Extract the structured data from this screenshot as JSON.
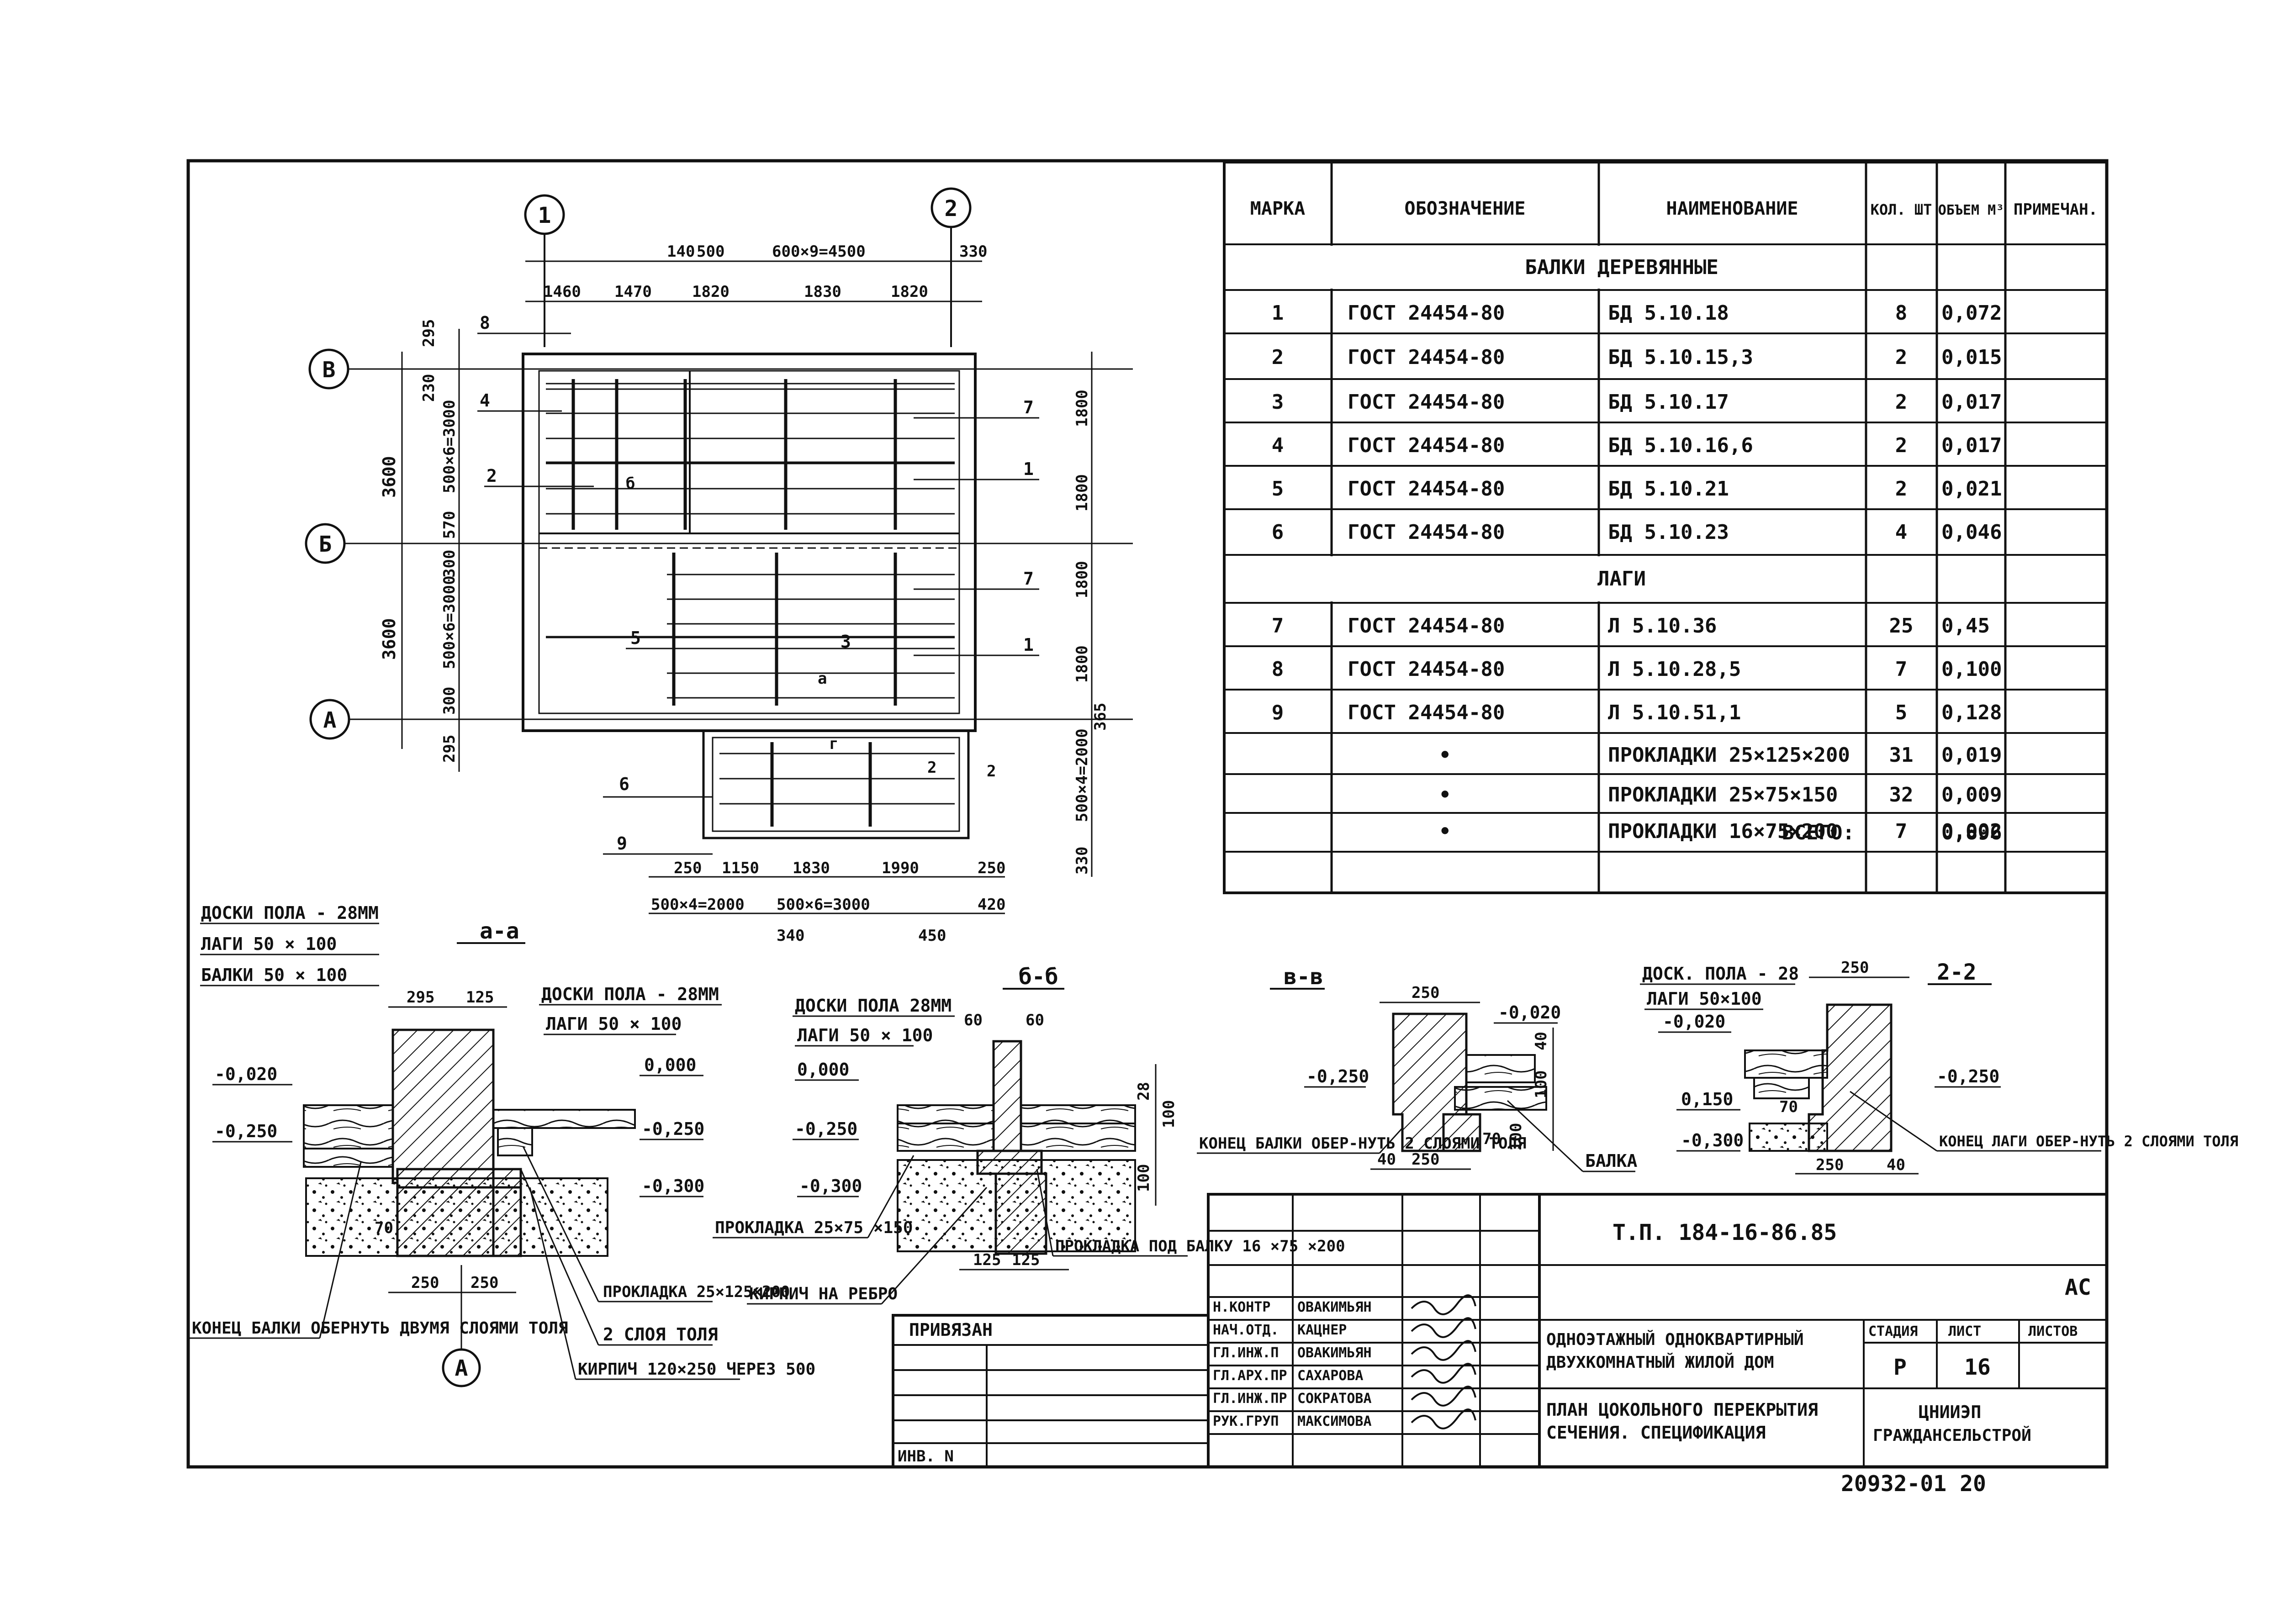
{
  "plan": {
    "axes": {
      "a1": "1",
      "a2": "2",
      "aA": "А",
      "aB": "Б",
      "aV": "В"
    },
    "top_dims_1": [
      "140",
      "500",
      "600×9=4500",
      "330"
    ],
    "top_dims_2": [
      "1460",
      "1470",
      "1820",
      "1830",
      "1820"
    ],
    "left_dims": [
      "295",
      "230",
      "500×6=3000",
      "570",
      "300",
      "500×6=3000",
      "300",
      "295"
    ],
    "left_totals": [
      "3600",
      "3600"
    ],
    "right_dims": [
      "1800",
      "1800",
      "1800",
      "1800",
      "365",
      "500×4=2000",
      "330"
    ],
    "bottom_dims_1": [
      "250",
      "1150",
      "1830",
      "1990",
      "250"
    ],
    "bottom_dims_2": [
      "500×4=2000",
      "500×6=3000",
      "420"
    ],
    "bottom_dims_3": [
      "340",
      "450"
    ],
    "marks": [
      "8",
      "4",
      "2",
      "7",
      "1",
      "7",
      "5",
      "1",
      "6",
      "9",
      "3",
      "а",
      "б",
      "г",
      "2",
      "2"
    ]
  },
  "sections": {
    "aa": {
      "title": "а-а",
      "layers_left": [
        "ДОСКИ ПОЛА - 28ММ",
        "ЛАГИ 50 × 100",
        "БАЛКИ 50 × 100"
      ],
      "layers_right": [
        "ДОСКИ ПОЛА - 28ММ",
        "ЛАГИ 50 × 100"
      ],
      "levels": [
        "-0,020",
        "-0,250",
        "0,000",
        "-0,250",
        "-0,300"
      ],
      "dims": [
        "295",
        "125",
        "70",
        "250",
        "250"
      ],
      "notes": [
        "КОНЕЦ БАЛКИ ОБЕРНУТЬ ДВУМЯ СЛОЯМИ ТОЛЯ",
        "ПРОКЛАДКА 25×125×200",
        "2 СЛОЯ ТОЛЯ",
        "КИРПИЧ 120×250 ЧЕРЕЗ 500"
      ],
      "axis": "А"
    },
    "bb": {
      "title": "б-б",
      "layers": [
        "ДОСКИ ПОЛА 28ММ",
        "ЛАГИ 50 × 100"
      ],
      "levels": [
        "0,000",
        "-0,250",
        "-0,300"
      ],
      "dims": [
        "60",
        "60",
        "28",
        "100",
        "100",
        "125",
        "125"
      ],
      "notes": [
        "ПРОКЛАДКА 25×75 ×150",
        "КИРПИЧ НА РЕБРО",
        "ПРОКЛАДКА ПОД БАЛКУ 16 ×75 ×200"
      ]
    },
    "vv": {
      "title": "в-в",
      "levels": [
        "-0,020",
        "-0,250"
      ],
      "dims": [
        "250",
        "40",
        "100",
        "100",
        "70",
        "40",
        "250"
      ],
      "notes": [
        "КОНЕЦ БАЛКИ ОБЕР-НУТЬ 2 СЛОЯМИ ТОЛЯ",
        "БАЛКА"
      ]
    },
    "gg": {
      "title": "2-2",
      "layers": [
        "ДОСК. ПОЛА - 28",
        "ЛАГИ 50×100"
      ],
      "levels": [
        "-0,020",
        "0,150",
        "-0,300",
        "-0,250"
      ],
      "dims": [
        "250",
        "70",
        "250",
        "40"
      ],
      "notes": [
        "КОНЕЦ ЛАГИ ОБЕР-НУТЬ 2 СЛОЯМИ ТОЛЯ"
      ]
    }
  },
  "spec": {
    "headers": [
      "МАРКА",
      "ОБОЗНАЧЕНИЕ",
      "НАИМЕНОВАНИЕ",
      "КОЛ. ШТ",
      "ОБЪЕМ М³",
      "ПРИМЕЧАН."
    ],
    "group1": "БАЛКИ ДЕРЕВЯННЫЕ",
    "rows1": [
      [
        "1",
        "ГОСТ 24454-80",
        "БД 5.10.18",
        "8",
        "0,072",
        ""
      ],
      [
        "2",
        "ГОСТ 24454-80",
        "БД 5.10.15,3",
        "2",
        "0,015",
        ""
      ],
      [
        "3",
        "ГОСТ 24454-80",
        "БД 5.10.17",
        "2",
        "0,017",
        ""
      ],
      [
        "4",
        "ГОСТ 24454-80",
        "БД 5.10.16,6",
        "2",
        "0,017",
        ""
      ],
      [
        "5",
        "ГОСТ 24454-80",
        "БД 5.10.21",
        "2",
        "0,021",
        ""
      ],
      [
        "6",
        "ГОСТ 24454-80",
        "БД 5.10.23",
        "4",
        "0,046",
        ""
      ]
    ],
    "group2": "ЛАГИ",
    "rows2": [
      [
        "7",
        "ГОСТ 24454-80",
        "Л 5.10.36",
        "25",
        "0,45",
        ""
      ],
      [
        "8",
        "ГОСТ 24454-80",
        "Л 5.10.28,5",
        "7",
        "0,100",
        ""
      ],
      [
        "9",
        "ГОСТ 24454-80",
        "Л 5.10.51,1",
        "5",
        "0,128",
        ""
      ],
      [
        "",
        "•",
        "ПРОКЛАДКИ 25×125×200",
        "31",
        "0,019",
        ""
      ],
      [
        "",
        "•",
        "ПРОКЛАДКИ 25×75×150",
        "32",
        "0,009",
        ""
      ],
      [
        "",
        "•",
        "ПРОКЛАДКИ 16×75×200",
        "7",
        "0,002",
        ""
      ]
    ],
    "total_label": "ВСЕГО:",
    "total_value": "0,896"
  },
  "stamp": {
    "code": "Т.П. 184-16-86.85",
    "section": "АС",
    "project": "ОДНОЭТАЖНЫЙ ОДНОКВАРТИРНЫЙ ДВУХКОМНАТНЫЙ ЖИЛОЙ ДОМ",
    "sheet_title": "ПЛАН ЦОКОЛЬНОГО ПЕРЕКРЫТИЯ СЕЧЕНИЯ. СПЕЦИФИКАЦИЯ",
    "stage_label": "СТАДИЯ",
    "sheet_label": "ЛИСТ",
    "sheets_label": "ЛИСТОВ",
    "stage": "Р",
    "sheet": "16",
    "org": "ЦНИИЭП ГРАЖДАНСЕЛЬСТРОЙ",
    "roles": [
      "Н.КОНТР",
      "НАЧ.ОТД.",
      "ГЛ.ИНЖ.П",
      "ГЛ.АРХ.ПР",
      "ГЛ.ИНЖ.ПР",
      "РУК.ГРУП"
    ],
    "names": [
      "ОВАКИМЬЯН",
      "КАЦНЕР",
      "ОВАКИМЬЯН",
      "САХАРОВА",
      "СОКРАТОВА",
      "МАКСИМОВА"
    ],
    "privyazan": "ПРИВЯЗАН",
    "inv": "ИНВ. N",
    "archive": "20932-01 20"
  }
}
